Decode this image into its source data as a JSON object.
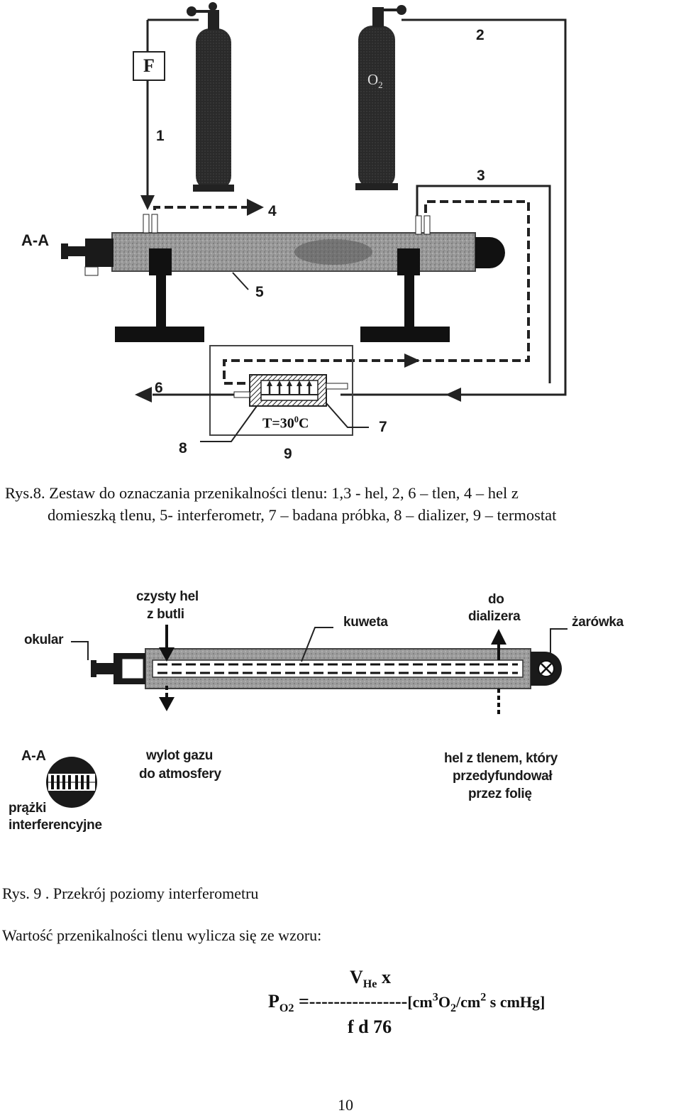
{
  "figure8": {
    "box_f": "F",
    "cylinder_o2_label": "O",
    "cylinder_o2_sub": "2",
    "label_aa": "A-A",
    "num_1": "1",
    "num_2": "2",
    "num_3": "3",
    "num_4": "4",
    "num_5": "5",
    "num_6": "6",
    "num_7": "7",
    "num_8": "8",
    "num_9": "9",
    "temp_main": "T=30",
    "temp_sup": "0",
    "temp_unit": "C"
  },
  "caption8": {
    "line1": "Rys.8. Zestaw do oznaczania przenikalności tlenu: 1,3 - hel, 2, 6 – tlen, 4 – hel z",
    "line2": "domieszką tlenu, 5- interferometr, 7 – badana próbka, 8 – dializer, 9 – termostat"
  },
  "figure9": {
    "label_czysty": "czysty hel",
    "label_zbutli": "z butli",
    "label_kuweta": "kuweta",
    "label_do": "do",
    "label_dializera": "dializera",
    "label_zarowka": "żarówka",
    "label_okular": "okular",
    "label_aa": "A-A",
    "label_wylot1": "wylot gazu",
    "label_wylot2": "do atmosfery",
    "label_hel1": "hel z tlenem, który",
    "label_hel2": "przedyfundował",
    "label_hel3": "przez folię",
    "label_prazki1": "prążki",
    "label_prazki2": "interferencyjne"
  },
  "caption9": "Rys. 9 . Przekrój poziomy interferometru",
  "formula_intro": "Wartość przenikalności tlenu wylicza się ze wzoru:",
  "formula": {
    "num_v": "V",
    "num_sub": "He",
    "num_x": " x",
    "lhs_p": "P",
    "lhs_sub": "O2",
    "equals_dashes": " =----------------",
    "unit_open": "[cm",
    "unit_sup3": "3",
    "unit_o": "O",
    "unit_sub2": "2",
    "unit_cm": "/cm",
    "unit_sup2": "2",
    "unit_rest": " s cmHg]",
    "denominator": "f d 76"
  },
  "page_number": "10"
}
